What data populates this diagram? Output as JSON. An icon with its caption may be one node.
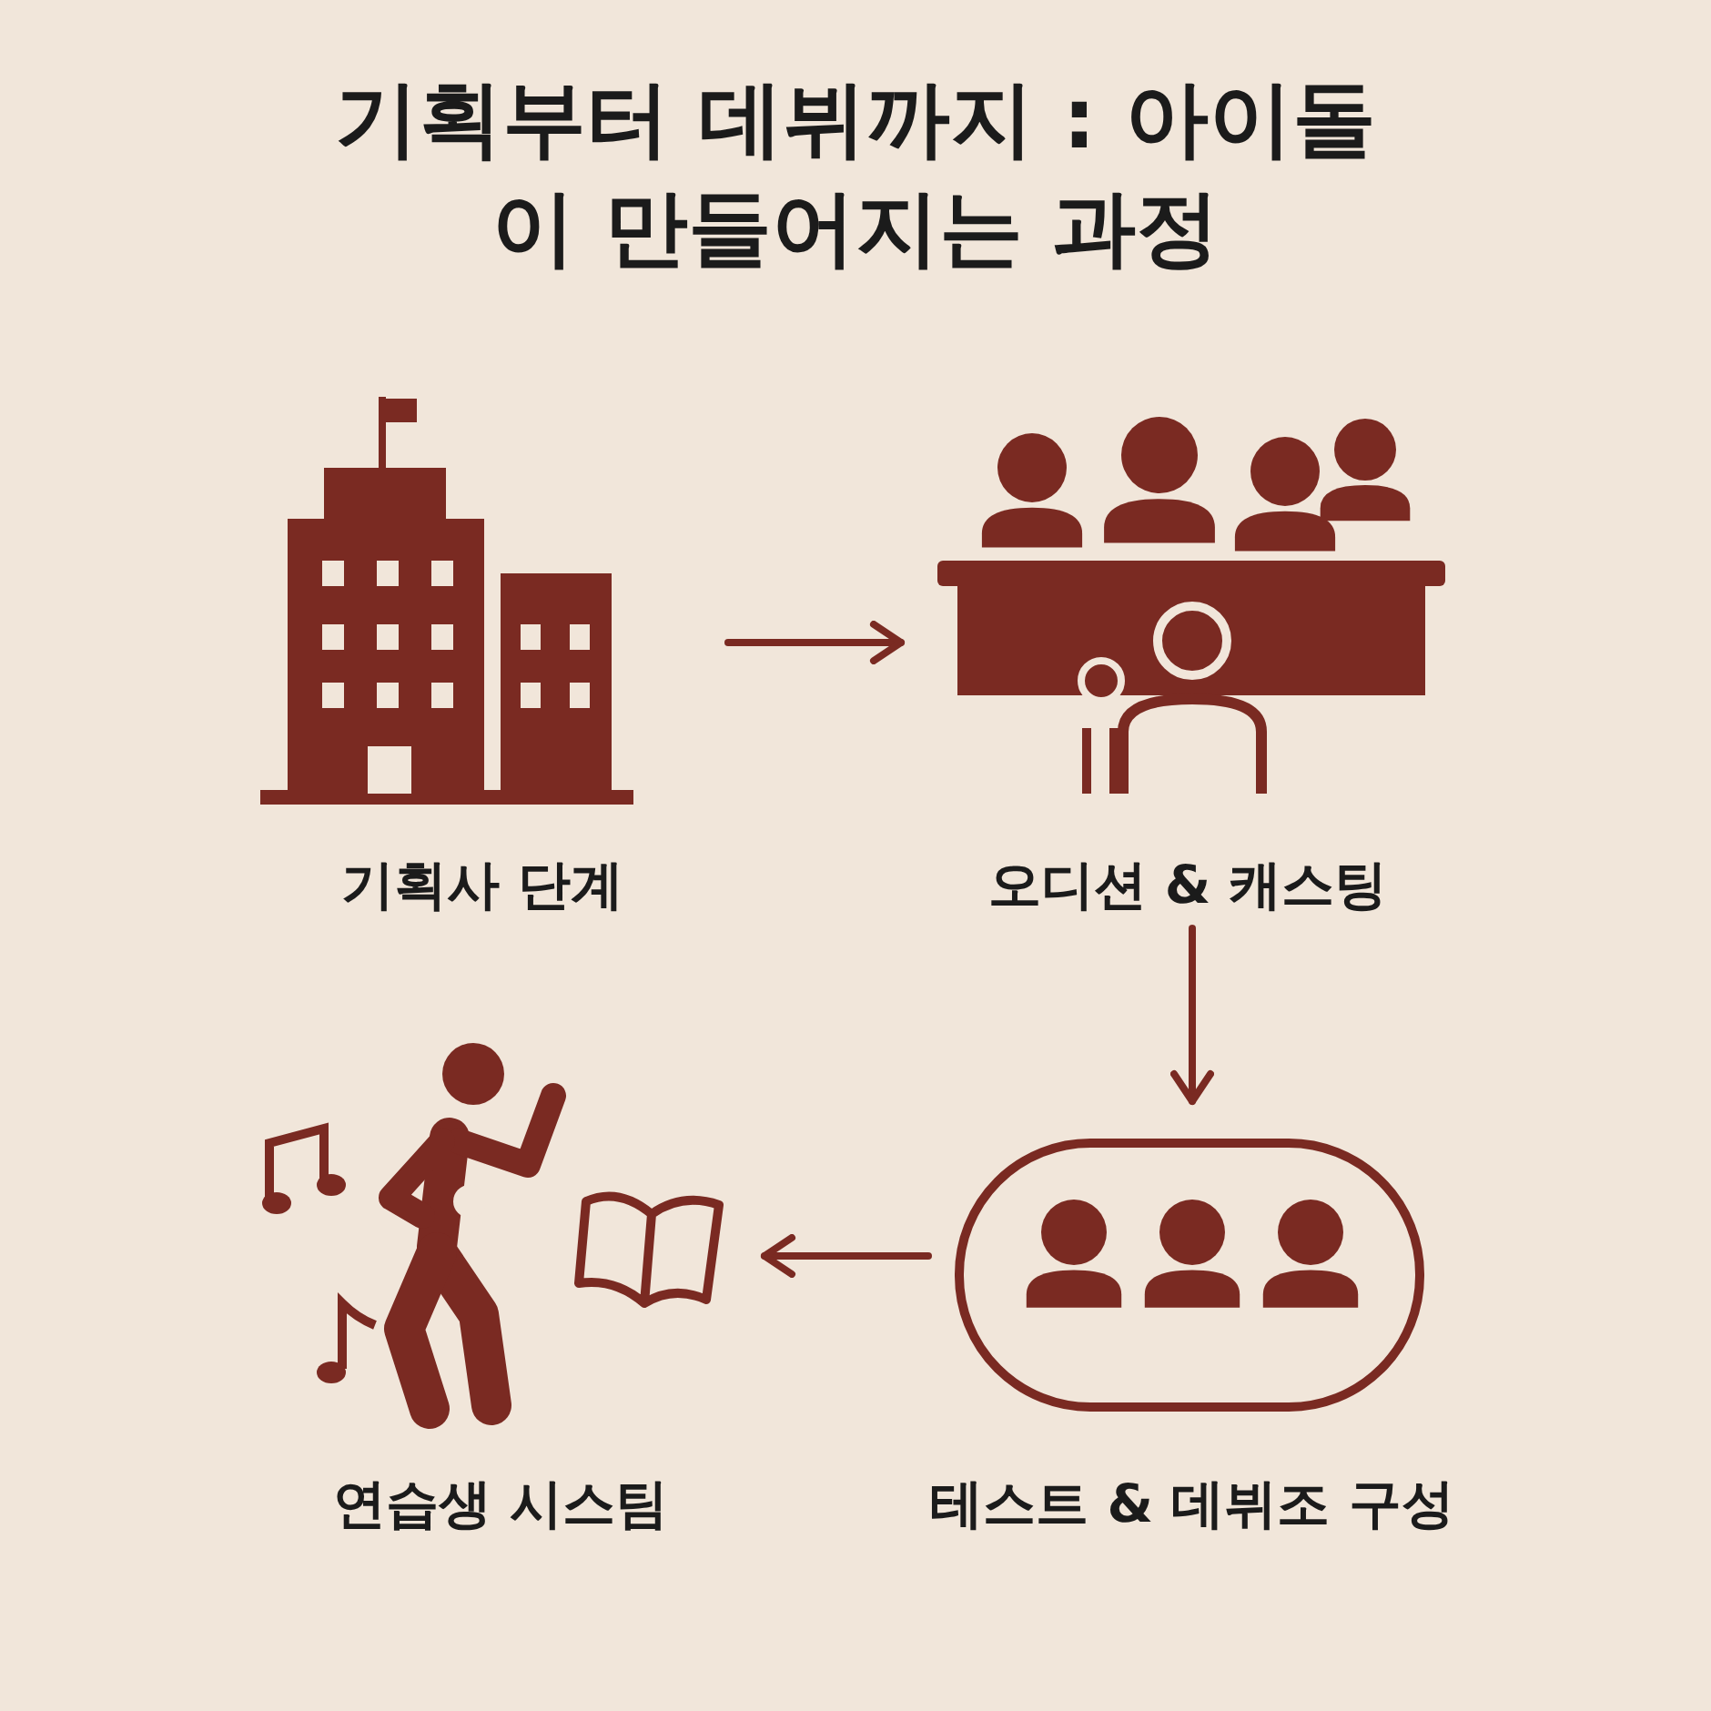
{
  "diagram": {
    "title": "기획부터 데뷔까지 : 아이돌이 만들어지는 과정",
    "nodes": [
      {
        "text": [
          "기획사 단계"
        ]
      },
      {
        "text": [
          "오디션 & 캐스팅"
        ]
      },
      {
        "text": [
          "테스트 & 데뷔조 구성"
        ]
      },
      {
        "text": [
          "연습생 시스팀"
        ]
      }
    ],
    "edges": [
      {
        "from": 0,
        "to": 1,
        "arrow": "to"
      },
      {
        "from": 1,
        "to": 2,
        "arrow": "to"
      },
      {
        "from": 2,
        "to": 3,
        "arrow": "to"
      }
    ]
  }
}
